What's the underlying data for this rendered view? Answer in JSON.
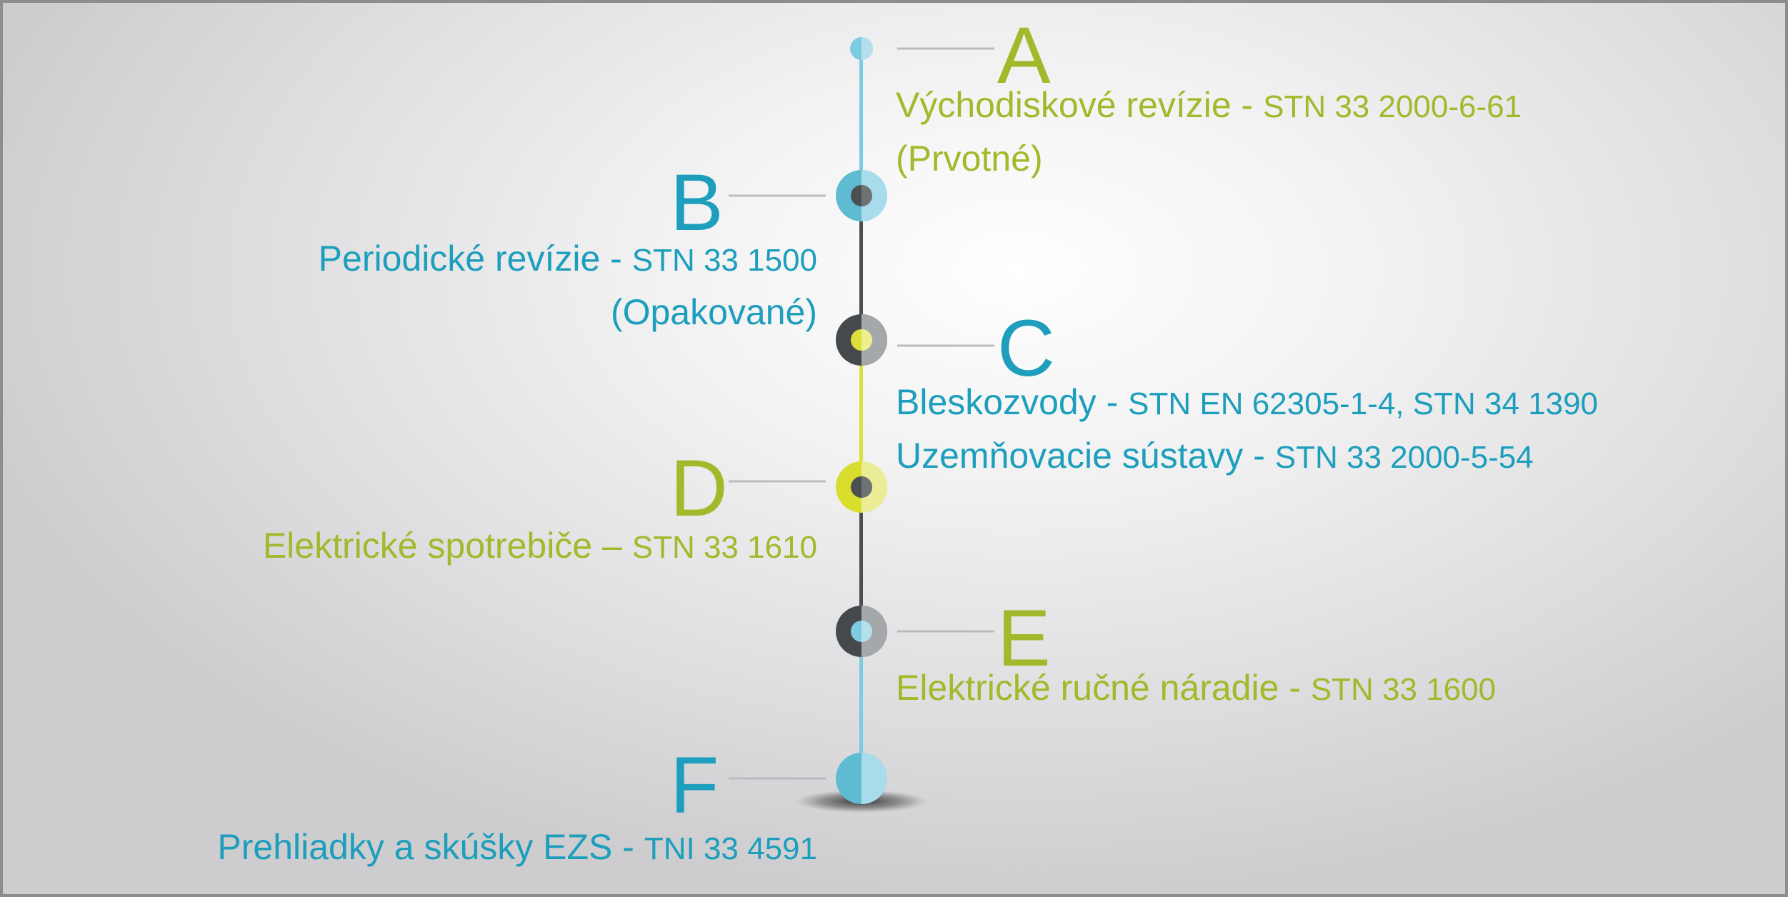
{
  "colors": {
    "green": "#a3b82a",
    "blue": "#1c9ebc",
    "line_light_blue": "#7ccbe0",
    "line_dark": "#4a4f52",
    "line_yellow": "#dbe03b",
    "connector_gray": "#b9bcbe",
    "frame": "#8c8d8f"
  },
  "items": [
    {
      "letter": "A",
      "title": "Východiskové revízie - ",
      "standard": "STN 33 2000-6-61",
      "note": "(Prvotné)",
      "side": "right",
      "color": "green"
    },
    {
      "letter": "B",
      "title": "Periodické revízie - ",
      "standard": "STN 33 1500",
      "note": "(Opakované)",
      "side": "left",
      "color": "blue"
    },
    {
      "letter": "C",
      "title": "Bleskozvody - ",
      "standard": "STN EN 62305-1-4, STN 34 1390",
      "title2": "Uzemňovacie sústavy - ",
      "standard2": "STN 33 2000-5-54",
      "side": "right",
      "color": "blue"
    },
    {
      "letter": "D",
      "title": "Elektrické spotrebiče – ",
      "standard": "STN 33 1610",
      "side": "left",
      "color": "green"
    },
    {
      "letter": "E",
      "title": "Elektrické ručné náradie - ",
      "standard": "STN 33 1600",
      "side": "right",
      "color": "green"
    },
    {
      "letter": "F",
      "title": "Prehliadky a skúšky EZS - ",
      "standard": "TNI 33 4591",
      "side": "left",
      "color": "blue"
    }
  ]
}
